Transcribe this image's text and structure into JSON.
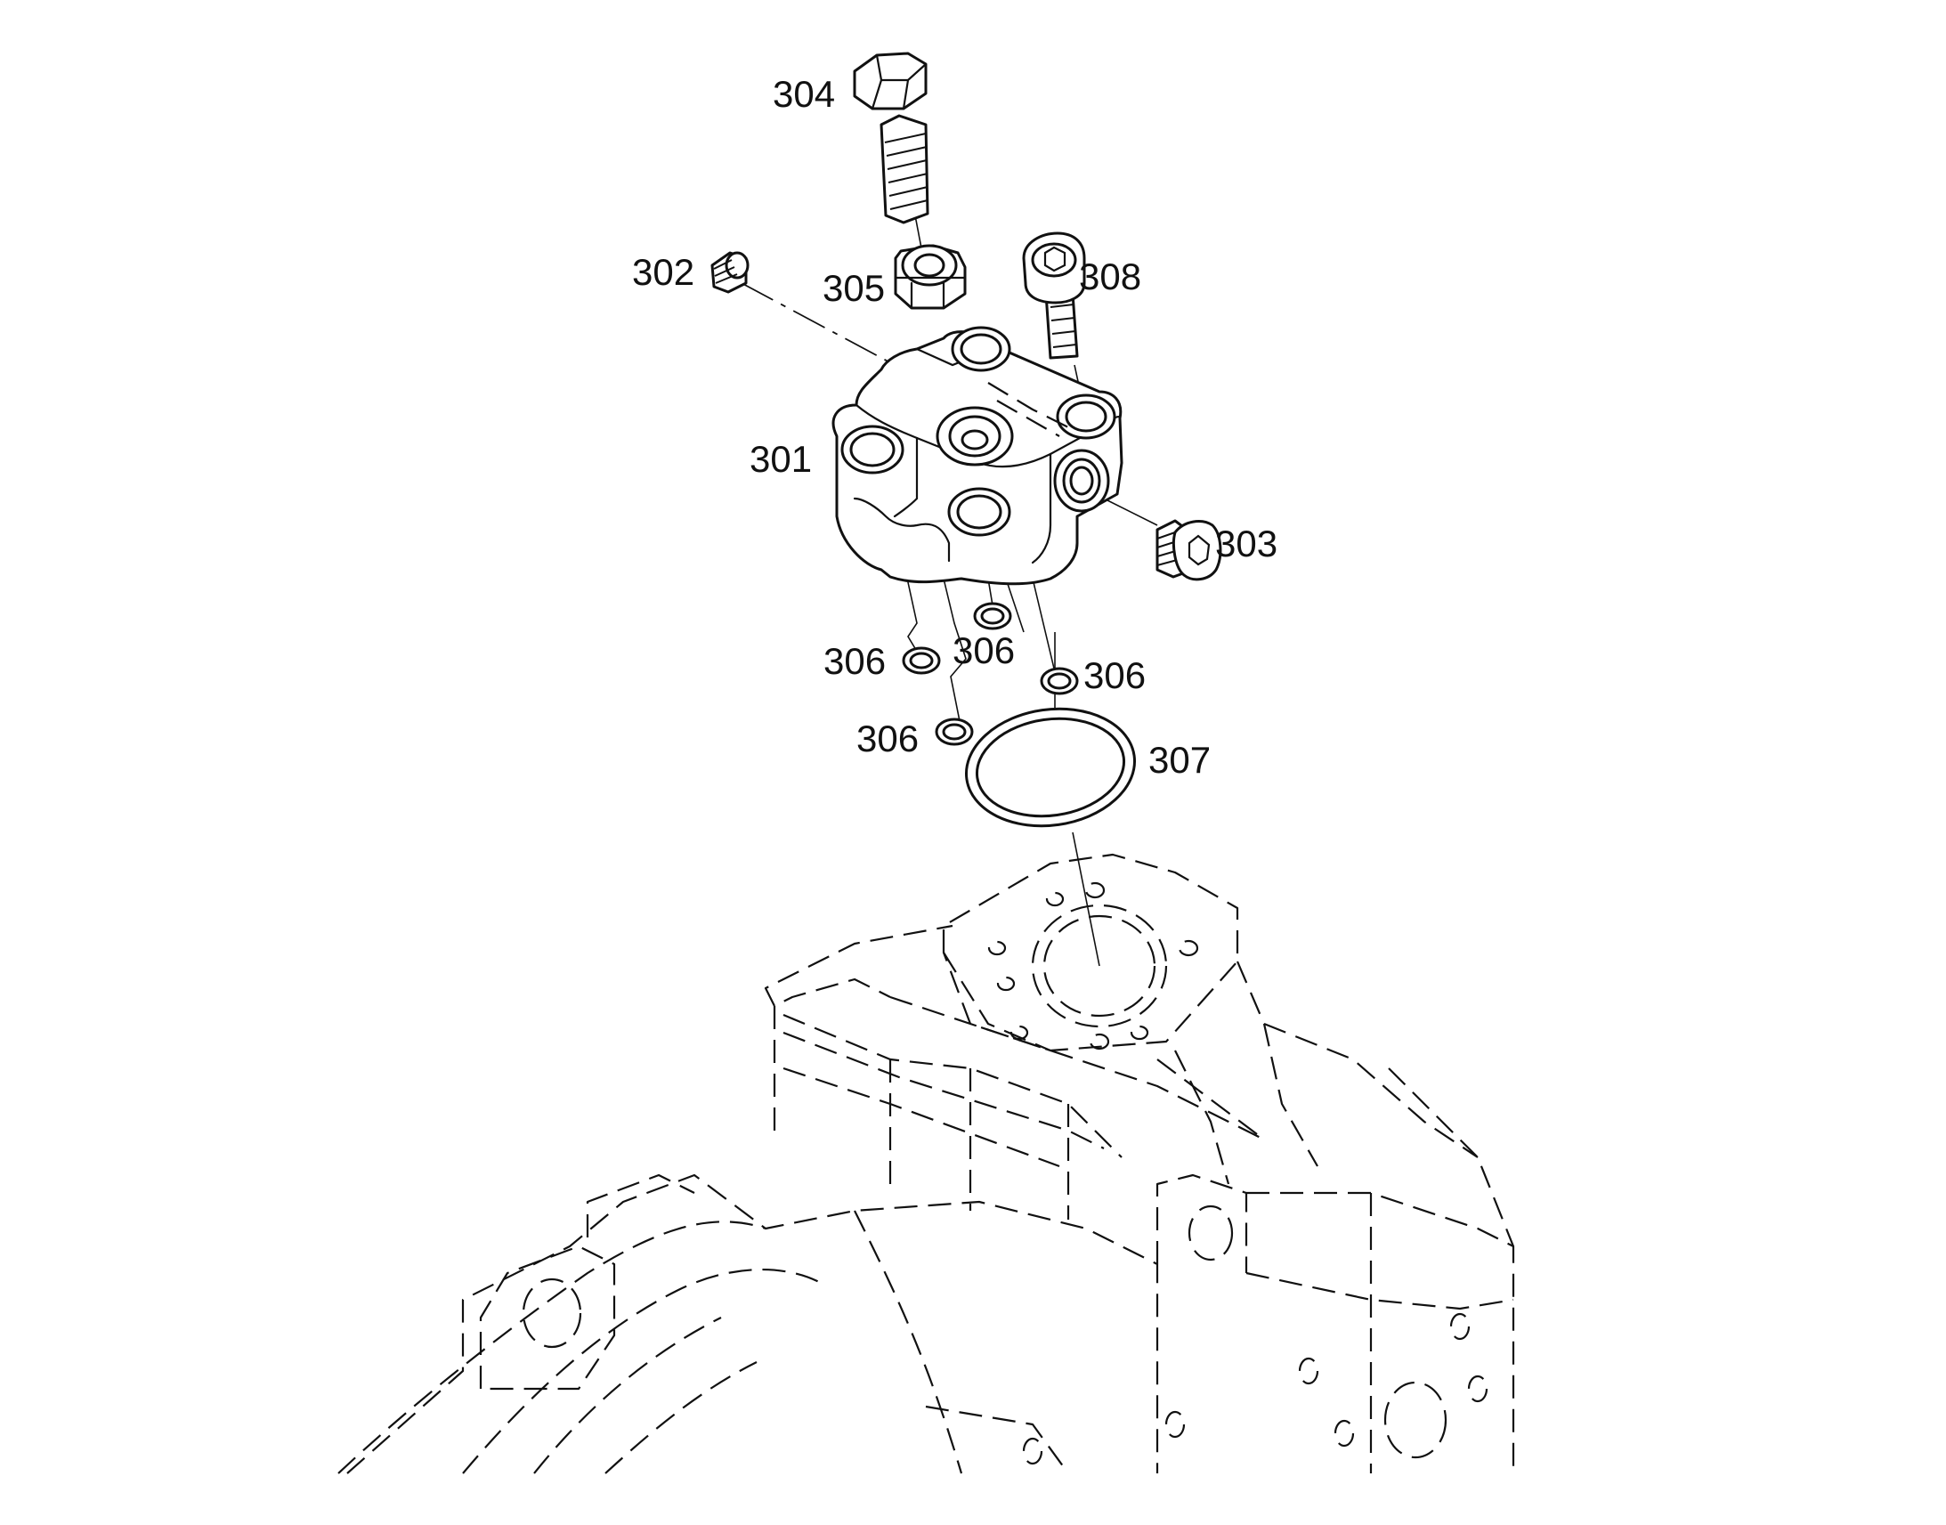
{
  "figure": {
    "style": "exploded parts view",
    "line_color": "#111111",
    "background": "#ffffff"
  },
  "callouts": {
    "c301": "301",
    "c302": "302",
    "c303": "303",
    "c304": "304",
    "c305": "305",
    "c306a": "306",
    "c306b": "306",
    "c306c": "306",
    "c306d": "306",
    "c307": "307",
    "c308": "308"
  }
}
